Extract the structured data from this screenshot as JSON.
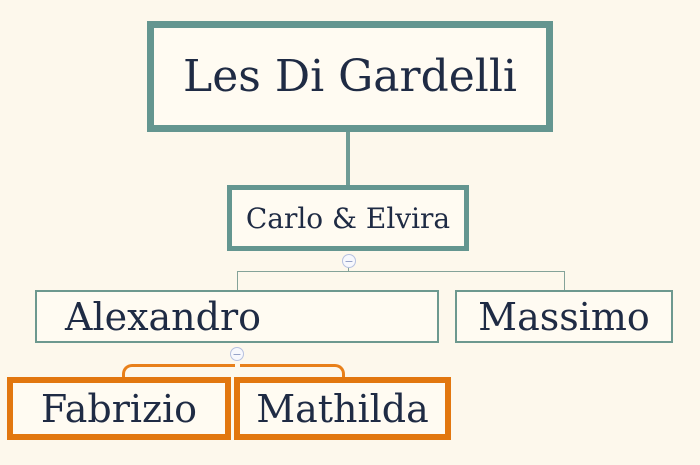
{
  "app": {
    "description": "family tree chart",
    "background_color": "#fdf8ec"
  },
  "colors": {
    "teal_border": "#649690",
    "thin_teal_border": "#6d998f",
    "teal_connector": "#6f9c95",
    "light_connector": "#84a399",
    "orange_border": "#e2770f",
    "orange_connector": "#e8801a",
    "text": "#1f2b44",
    "node_background": "#fffbf2",
    "collapse_border": "#b6c1e0"
  },
  "tree": {
    "title": {
      "label": "Les Di Gardelli"
    },
    "nodes": {
      "couple": {
        "label": "Carlo & Elvira"
      },
      "alexandro": {
        "label": "Alexandro"
      },
      "massimo": {
        "label": "Massimo"
      },
      "fabrizio": {
        "label": "Fabrizio"
      },
      "mathilda": {
        "label": "Mathilda"
      }
    },
    "collapse_glyph": "−",
    "hierarchy": {
      "name": "Les Di Gardelli",
      "children": [
        {
          "name": "Carlo & Elvira",
          "collapsible": true,
          "children": [
            {
              "name": "Alexandro",
              "collapsible": true,
              "children": [
                {
                  "name": "Fabrizio"
                },
                {
                  "name": "Mathilda"
                }
              ]
            },
            {
              "name": "Massimo"
            }
          ]
        }
      ]
    }
  }
}
